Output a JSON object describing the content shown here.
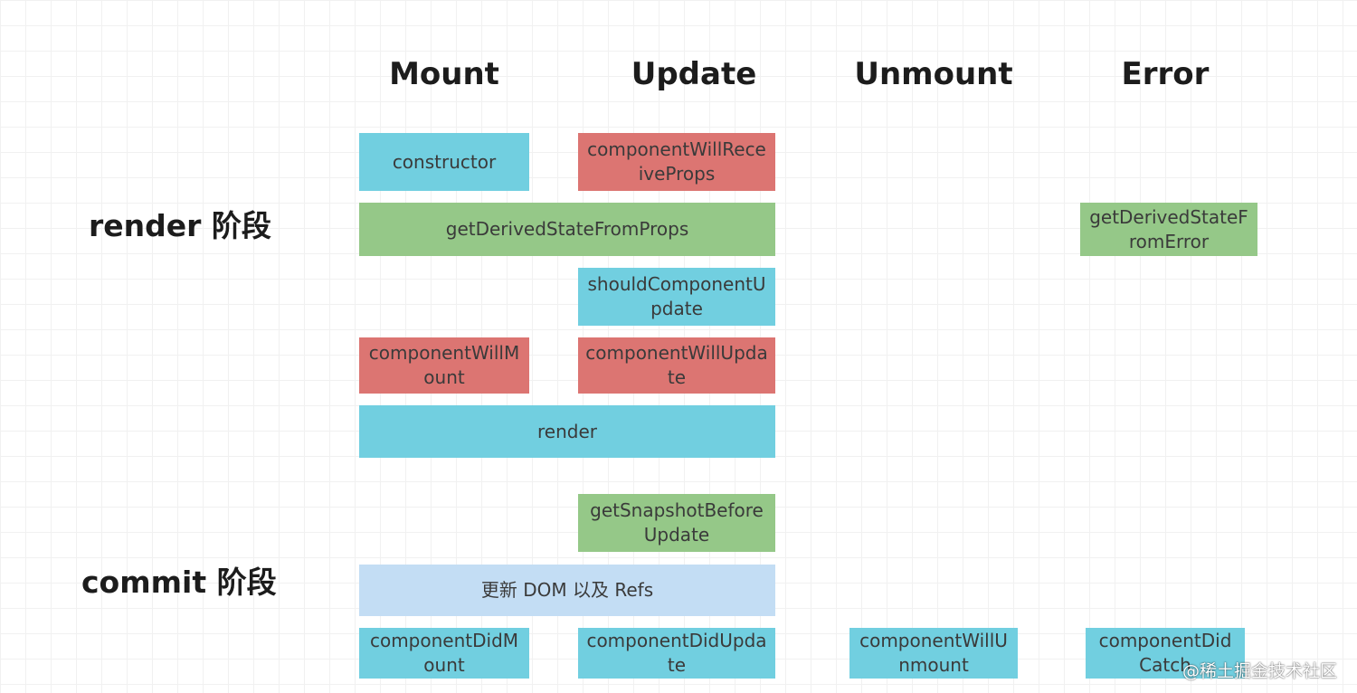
{
  "columns": {
    "mount": "Mount",
    "update": "Update",
    "unmount": "Unmount",
    "error": "Error"
  },
  "phases": {
    "render": "render 阶段",
    "commit": "commit 阶段"
  },
  "methods": {
    "constructor": "constructor",
    "component_will_receive_props": "componentWillReceiveProps",
    "get_derived_state_from_props": "getDerivedStateFromProps",
    "get_derived_state_from_error": "getDerivedStateFromError",
    "should_component_update": "shouldComponentUpdate",
    "component_will_mount": "componentWillMount",
    "component_will_update": "componentWillUpdate",
    "render": "render",
    "get_snapshot_before_update": "getSnapshotBeforeUpdate",
    "update_dom_refs": "更新 DOM 以及 Refs",
    "component_did_mount": "componentDidMount",
    "component_did_update": "componentDidUpdate",
    "component_will_unmount": "componentWillUnmount",
    "component_did_catch": "componentDidCatch"
  },
  "colors": {
    "lifecycle_method": "#71cfe0",
    "deprecated_method": "#dc7572",
    "static_method": "#95c888",
    "dom_update": "#c3ddf4"
  },
  "watermark": "@稀土掘金技术社区"
}
